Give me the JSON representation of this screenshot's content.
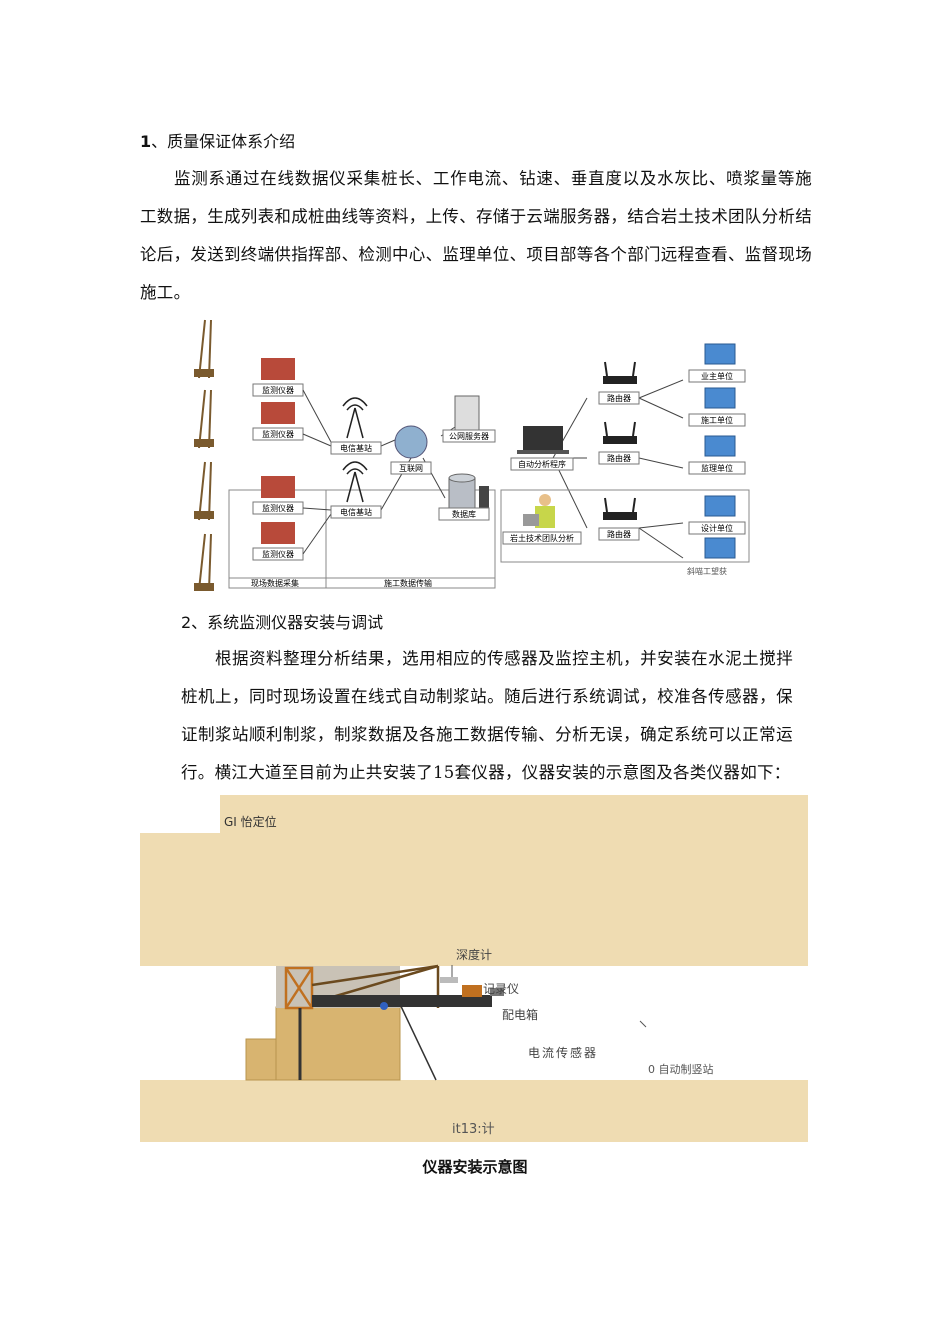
{
  "section1": {
    "number": "1",
    "title": "、质量保证体系介绍",
    "paragraph": "监测系通过在线数据仪采集桩长、工作电流、钻速、垂直度以及水灰比、喷浆量等施工数据，生成列表和成桩曲线等资料，上传、存储于云端服务器，结合岩土技术团队分析结论后，发送到终端供指挥部、检测中心、监理单位、项目部等各个部门远程查看、监督现场施工。"
  },
  "diagram1": {
    "monitors": [
      "监测仪器",
      "监测仪器",
      "监测仪器",
      "监测仪器"
    ],
    "base_station_1": "电信基站",
    "base_station_2": "电信基站",
    "internet": "互联网",
    "public_server": "公网服务器",
    "database": "数据库",
    "auto_program": "自动分析程序",
    "geo_team": "岩土技术团队分析",
    "routers": [
      "路由器",
      "路由器",
      "路由器"
    ],
    "units": [
      "业主单位",
      "施工单位",
      "监理单位",
      "设计单位"
    ],
    "footer_left": "现场数据采集",
    "footer_mid": "施工数据传输",
    "watermark": "斜喵工望获"
  },
  "section2": {
    "title": "2、系统监测仪器安装与调试",
    "paragraph": "根据资料整理分析结果，选用相应的传感器及监控主机，并安装在水泥土搅拌桩机上，同时现场设置在线式自动制浆站。随后进行系统调试，校准各传感器，保证制浆站顺利制浆，制浆数据及各施工数据传输、分析无误，确定系统可以正常运行。横江大道至目前为止共安装了15套仪器，仪器安装的示意图及各类仪器如下："
  },
  "diagram2": {
    "gi_label": "GI 怡定位",
    "depth_gauge": "深度计",
    "recorder": "记录仪",
    "power_box": "配电箱",
    "current_sensor": "电流传感器",
    "auto_station": "0 自动制竖站",
    "bottom_label": "it13:计"
  },
  "caption": "仪器安装示意图",
  "colors": {
    "sand": "#efdcb2",
    "soil": "#d8b470",
    "red_box": "#b84a3a"
  }
}
